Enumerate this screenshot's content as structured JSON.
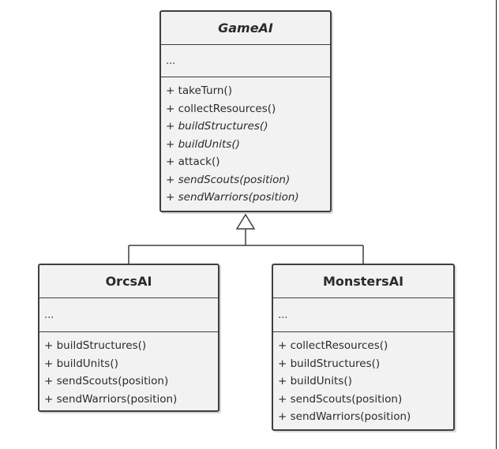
{
  "classes": {
    "gameai": {
      "name": "GameAI",
      "attrs": "...",
      "ops": [
        {
          "text": "+ takeTurn()",
          "style": "normal"
        },
        {
          "text": "+ collectResources()",
          "style": "normal"
        },
        {
          "text": "+ buildStructures()",
          "style": "italic"
        },
        {
          "text": "+ buildUnits()",
          "style": "italic"
        },
        {
          "text": "+ attack()",
          "style": "normal"
        },
        {
          "text": "+ sendScouts(position)",
          "style": "italic"
        },
        {
          "text": "+ sendWarriors(position)",
          "style": "italic"
        }
      ]
    },
    "orcsai": {
      "name": "OrcsAI",
      "attrs": "...",
      "ops": [
        {
          "text": "+ buildStructures()",
          "style": "normal"
        },
        {
          "text": "+ buildUnits()",
          "style": "normal"
        },
        {
          "text": "+ sendScouts(position)",
          "style": "normal"
        },
        {
          "text": "+ sendWarriors(position)",
          "style": "normal"
        }
      ]
    },
    "monstersai": {
      "name": "MonstersAI",
      "attrs": "...",
      "ops": [
        {
          "text": "+ collectResources()",
          "style": "normal"
        },
        {
          "text": "+ buildStructures()",
          "style": "normal"
        },
        {
          "text": "+ buildUnits()",
          "style": "normal"
        },
        {
          "text": "+ sendScouts(position)",
          "style": "normal"
        },
        {
          "text": "+ sendWarriors(position)",
          "style": "normal"
        }
      ]
    }
  },
  "relations": [
    {
      "type": "inheritance",
      "from": "OrcsAI",
      "to": "GameAI"
    },
    {
      "type": "inheritance",
      "from": "MonstersAI",
      "to": "GameAI"
    }
  ],
  "colors": {
    "box_fill": "#f2f2f2",
    "box_stroke": "#3f3f3f",
    "text": "#2b2b2b"
  },
  "icons": {
    "inheritance_arrow": "hollow-triangle-icon"
  }
}
